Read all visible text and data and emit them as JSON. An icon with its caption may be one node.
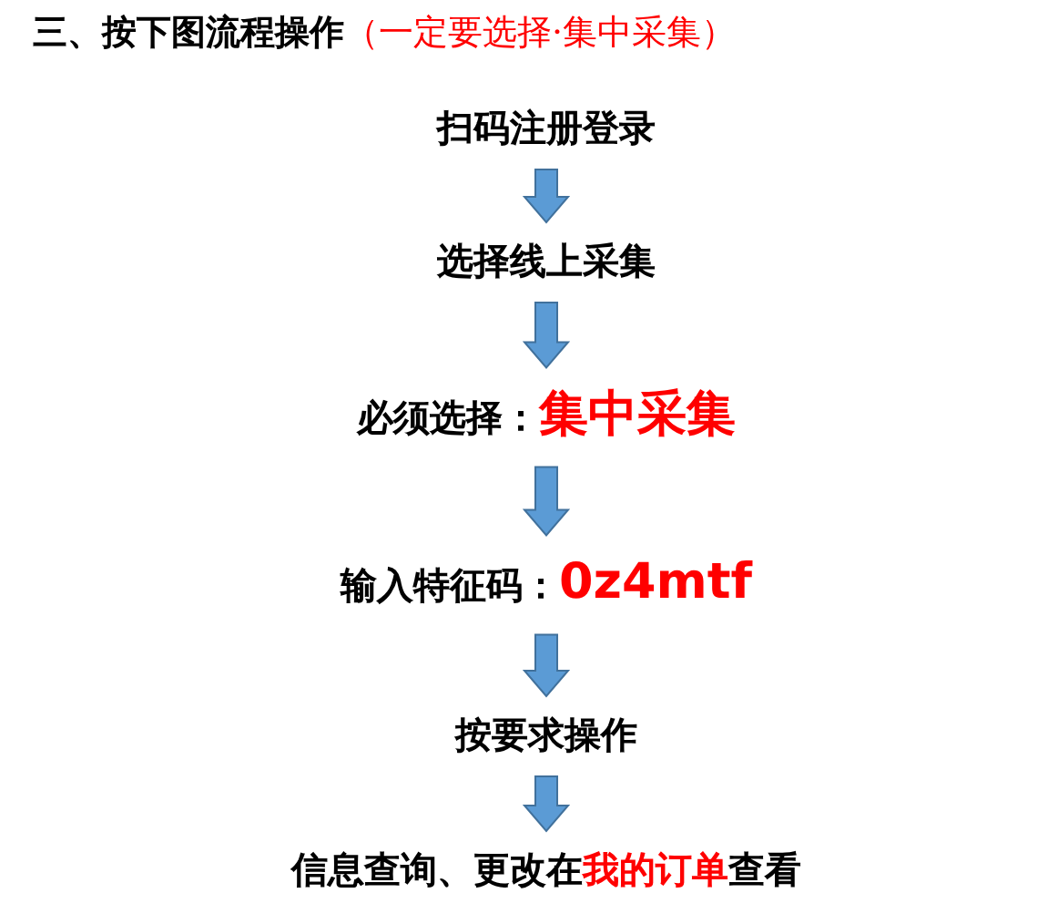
{
  "diagram": {
    "title": "三、按下图流程操作",
    "nodes": [
      {
        "text": [
          "扫码注册登录"
        ]
      },
      {
        "text": [
          "选择线上采集"
        ]
      },
      {
        "text": [
          "必须选择：",
          "集中采集"
        ]
      },
      {
        "text": [
          "输入特征码：",
          "0z4mtf"
        ]
      },
      {
        "text": [
          "按要求操作"
        ]
      },
      {
        "text": [
          "信息查询、更改在",
          "我的订单",
          "查看"
        ]
      }
    ],
    "edges": [
      {
        "from": 0,
        "to": 1,
        "arrow": "to"
      },
      {
        "from": 1,
        "to": 2,
        "arrow": "to"
      },
      {
        "from": 2,
        "to": 3,
        "arrow": "to"
      },
      {
        "from": 3,
        "to": 4,
        "arrow": "to"
      },
      {
        "from": 4,
        "to": 5,
        "arrow": "to"
      }
    ],
    "labels": [
      "（一定要选择·集中采集）"
    ]
  }
}
